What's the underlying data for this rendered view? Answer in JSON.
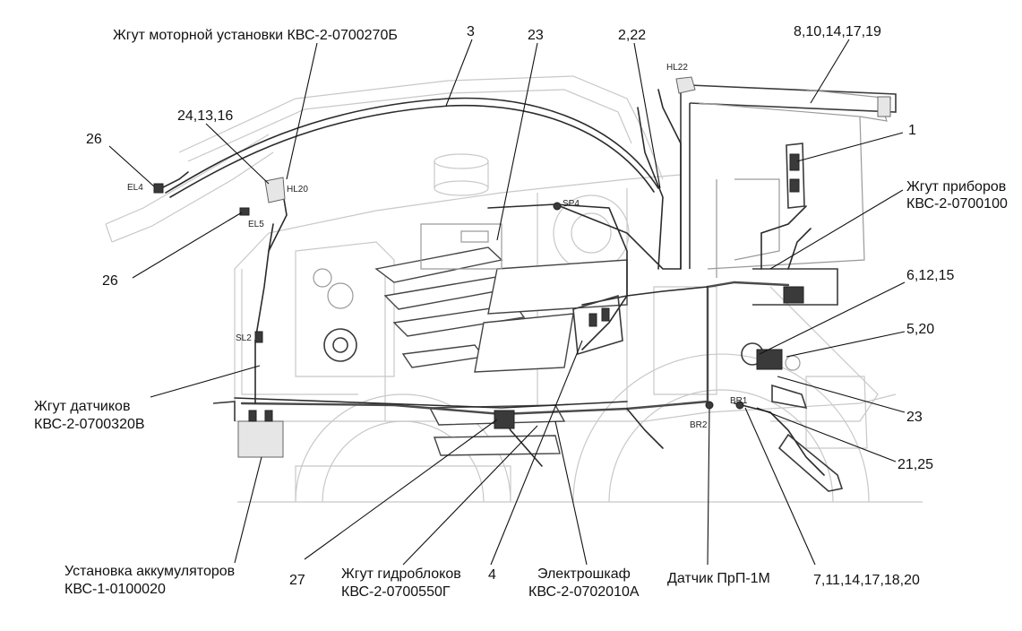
{
  "labels": {
    "engine_harness": "Жгут моторной установки КВС-2-0700270Б",
    "n3": "3",
    "n23_top": "23",
    "n2_22": "2,22",
    "n8_10_14_17_19": "8,10,14,17,19",
    "n1": "1",
    "instruments_harness_l1": "Жгут приборов",
    "instruments_harness_l2": "КВС-2-0700100",
    "n24_13_16": "24,13,16",
    "n26_top": "26",
    "n26_bottom": "26",
    "n6_12_15": "6,12,15",
    "n5_20": "5,20",
    "n23_right": "23",
    "n21_25": "21,25",
    "sensors_harness_l1": "Жгут датчиков",
    "sensors_harness_l2": "КВС-2-0700320В",
    "battery_l1": "Установка аккумуляторов",
    "battery_l2": "КВС-1-0100020",
    "n27": "27",
    "hydro_harness_l1": "Жгут гидроблоков",
    "hydro_harness_l2": "КВС-2-0700550Г",
    "n4": "4",
    "cabinet_l1": "Электрошкаф",
    "cabinet_l2": "КВС-2-0702010А",
    "sensor_prp": "Датчик ПрП-1М",
    "n7_11": "7,11,14,17,18,20"
  },
  "tags": {
    "hl22": "HL22",
    "hl20": "HL20",
    "el4": "EL4",
    "el5": "EL5",
    "sp4": "SP4",
    "sl2": "SL2",
    "br1": "BR1",
    "br2": "BR2"
  }
}
